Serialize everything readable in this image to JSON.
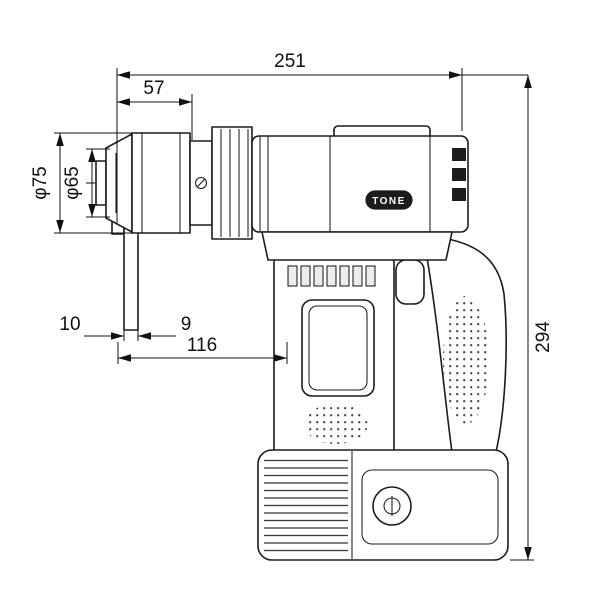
{
  "brand_label": "TONE",
  "dimensions": {
    "overall_length": "251",
    "head_length": "57",
    "outer_dia": "φ75",
    "socket_dia": "φ65",
    "tip_left": "10",
    "tip_right": "9",
    "front_to_grip": "116",
    "overall_height": "294"
  },
  "colors": {
    "line": "#1c1c1c",
    "dim_line": "#111111",
    "fill": "#ffffff",
    "shade": "#ededed",
    "badge_bg": "#1c1c1c",
    "badge_text": "#ffffff"
  }
}
